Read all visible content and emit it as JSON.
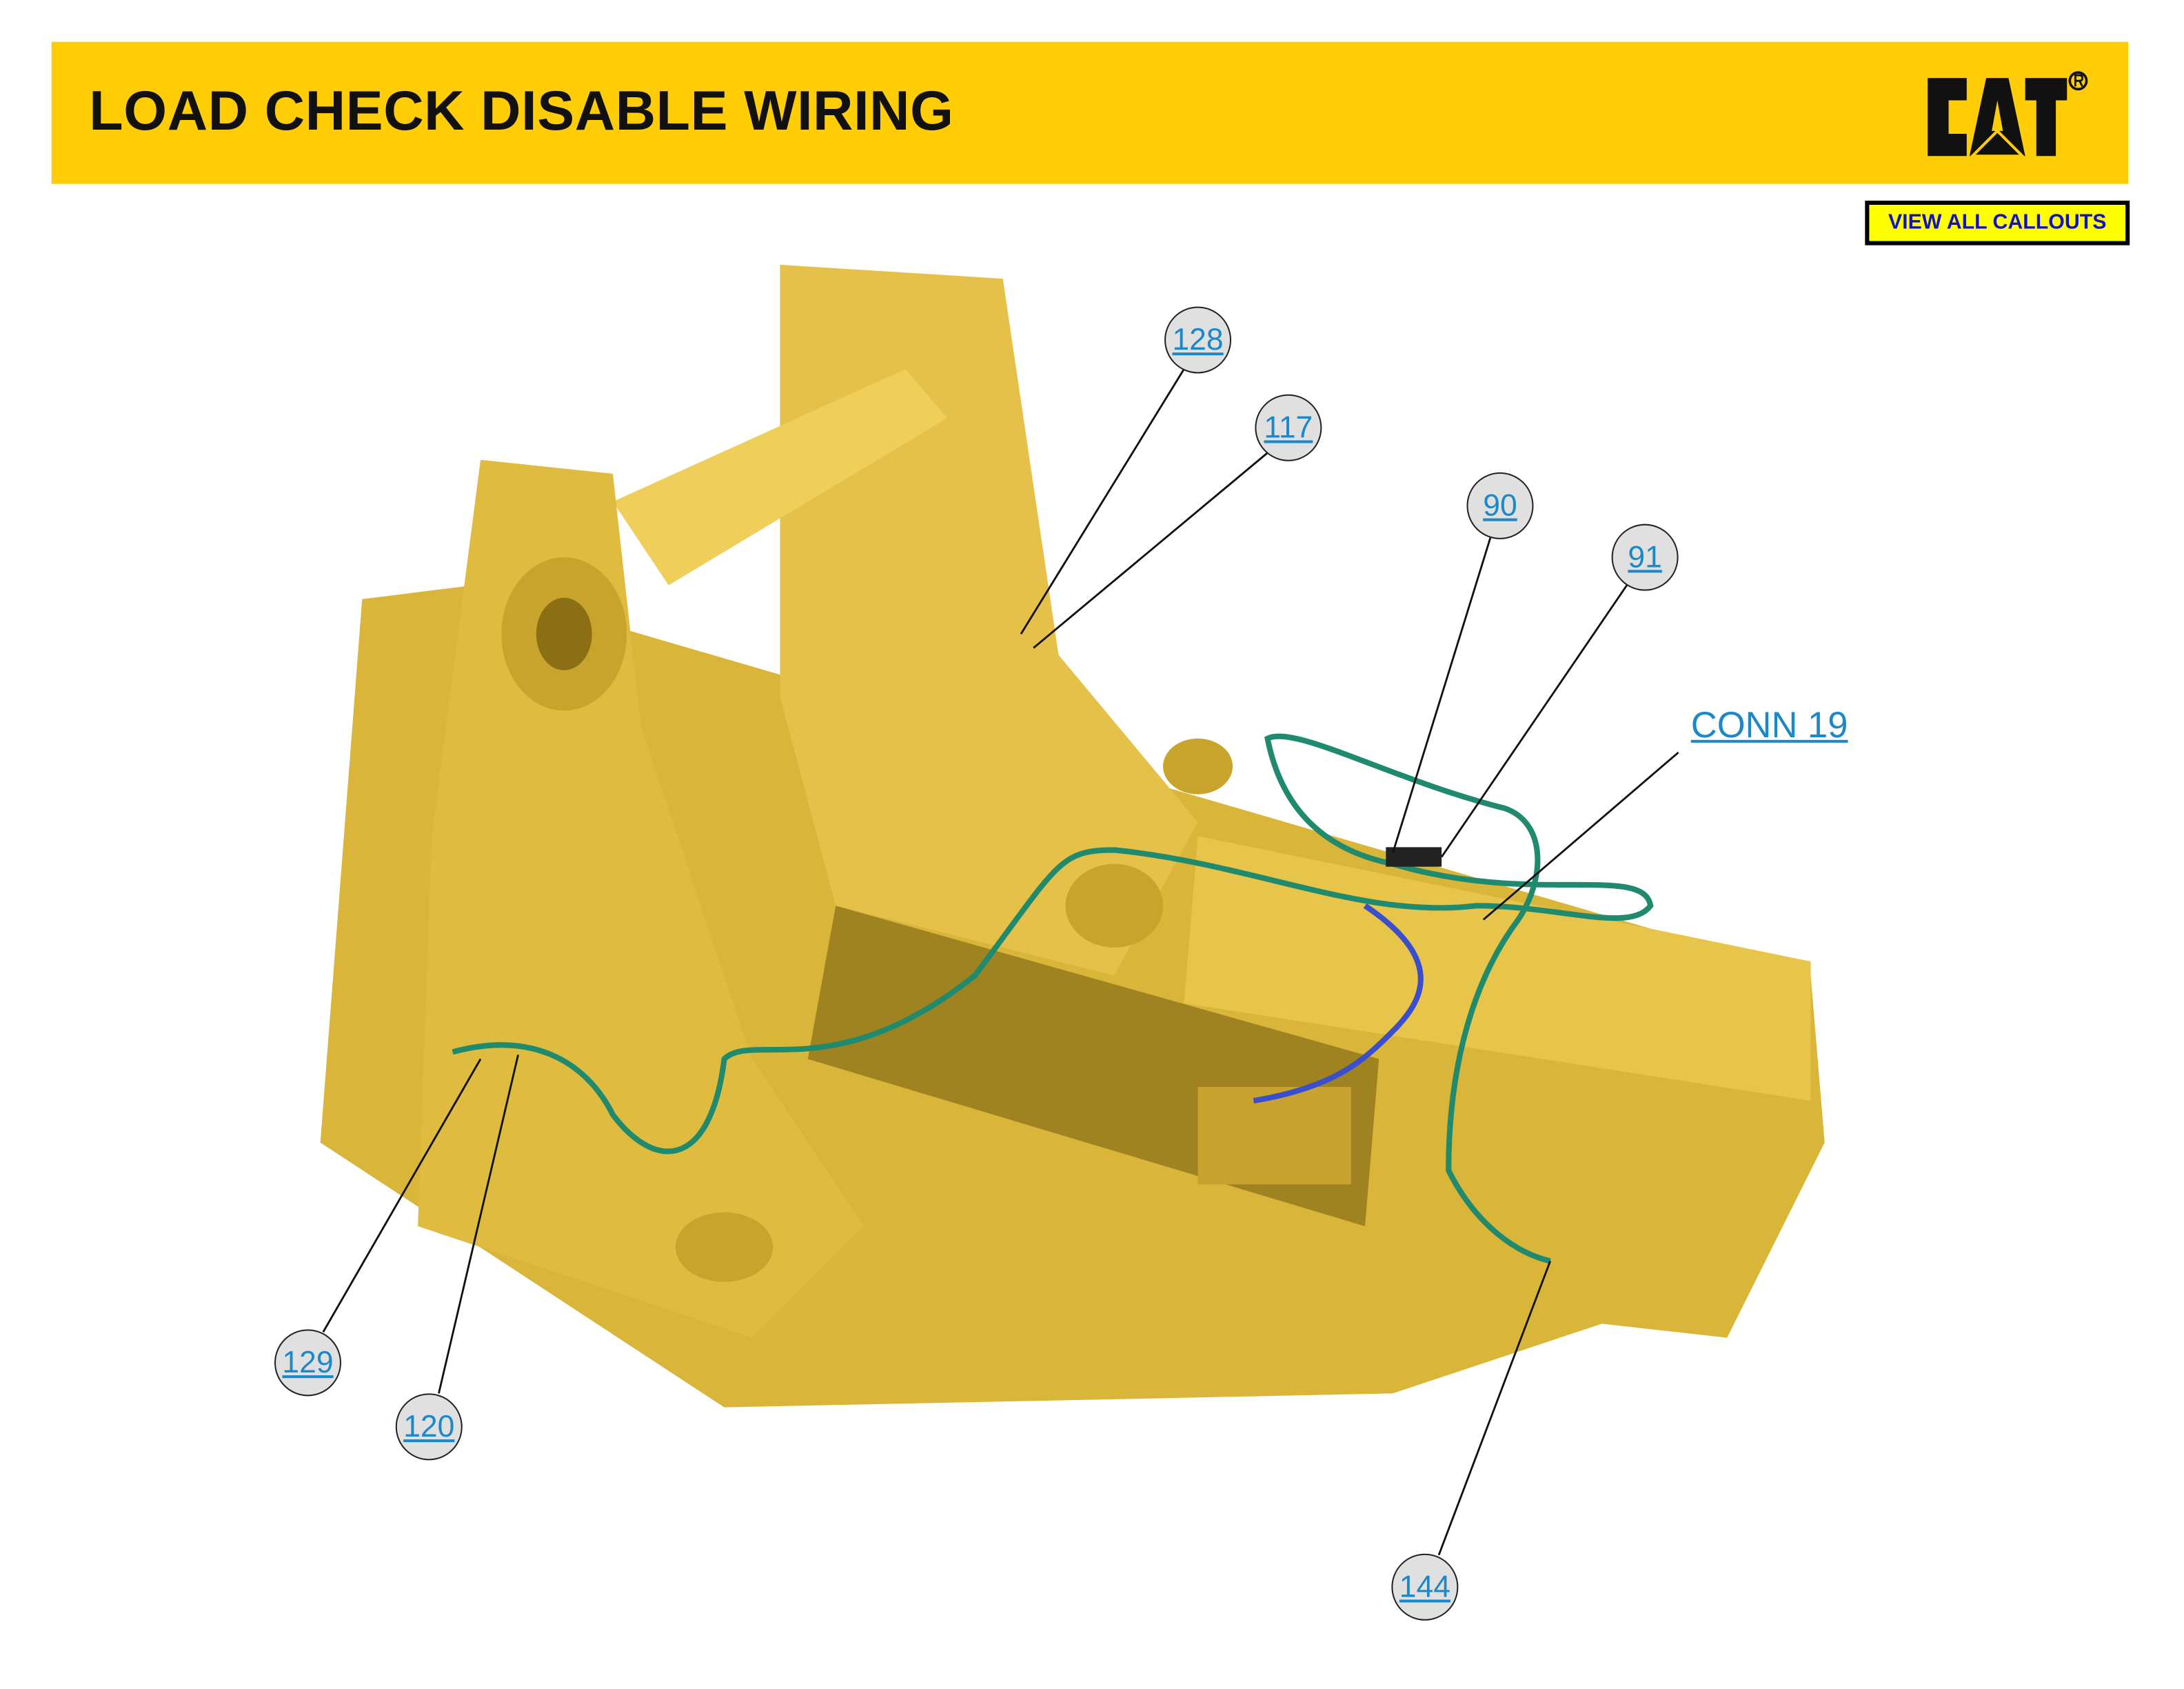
{
  "header": {
    "title": "LOAD CHECK DISABLE WIRING",
    "logo_text": "CAT",
    "brand_color": "#ffcd05"
  },
  "toolbar": {
    "view_all_callouts": "VIEW ALL CALLOUTS"
  },
  "callouts": {
    "c128": "128",
    "c117": "117",
    "c90": "90",
    "c91": "91",
    "c129": "129",
    "c120": "120",
    "c144": "144",
    "conn19": "CONN 19"
  },
  "colors": {
    "link": "#1a88c9",
    "harness": "#1f8a6e",
    "harness_blue": "#3a4fd0"
  }
}
